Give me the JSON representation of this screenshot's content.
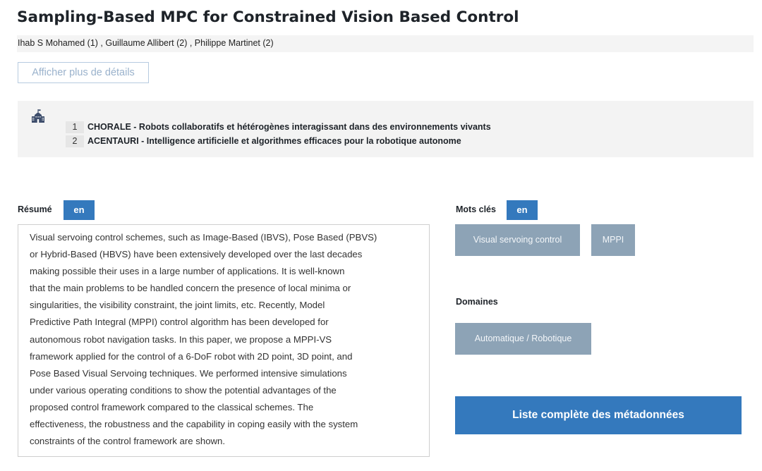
{
  "header": {
    "title": "Sampling-Based MPC for Constrained Vision Based Control",
    "authors": "Ihab S Mohamed (1) , Guillaume Allibert (2) , Philippe Martinet (2)",
    "details_button": "Afficher plus de détails"
  },
  "affiliations": {
    "icon": "institution-building-icon",
    "items": [
      {
        "num": "1",
        "name": "CHORALE - Robots collaboratifs et hétérogènes interagissant dans des environnements vivants"
      },
      {
        "num": "2",
        "name": "ACENTAURI - Intelligence artificielle et algorithmes efficaces pour la robotique autonome"
      }
    ]
  },
  "abstract": {
    "label": "Résumé",
    "lang": "en",
    "lines": [
      "Visual servoing control schemes, such as Image-Based (IBVS), Pose Based (PBVS)",
      "or Hybrid-Based (HBVS) have been extensively developed over the last decades",
      "making possible their uses in a large number of applications. It is well-known",
      "that the main problems to be handled concern the presence of local minima or",
      "singularities, the visibility constraint, the joint limits, etc. Recently, Model",
      "Predictive Path Integral (MPPI) control algorithm has been developed for",
      "autonomous robot navigation tasks. In this paper, we propose a MPPI-VS",
      "framework applied for the control of a 6-DoF robot with 2D point, 3D point, and",
      "Pose Based Visual Servoing techniques. We performed intensive simulations",
      "under various operating conditions to show the potential advantages of the",
      "proposed control framework compared to the classical schemes. The",
      "effectiveness, the robustness and the capability in coping easily with the system",
      "constraints of the control framework are shown."
    ]
  },
  "keywords": {
    "label": "Mots clés",
    "lang": "en",
    "items": [
      "Visual servoing control",
      "MPPI"
    ]
  },
  "domains": {
    "label": "Domaines",
    "items": [
      "Automatique / Robotique"
    ]
  },
  "metadata_button": "Liste complète des métadonnées",
  "colors": {
    "accent_blue": "#3479bd",
    "chip_gray_blue": "#8da3b6",
    "panel_gray": "#f3f3f3"
  }
}
